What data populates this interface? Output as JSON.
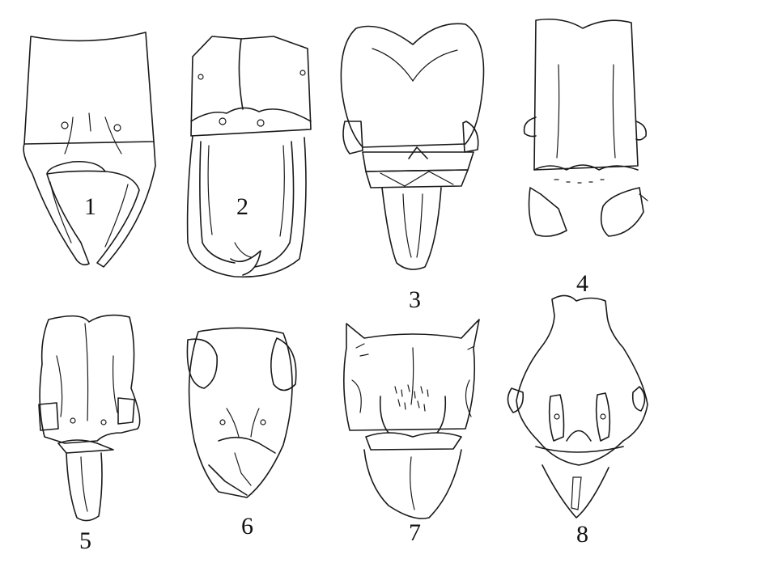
{
  "figure": {
    "panels": [
      {
        "label": "1"
      },
      {
        "label": "2"
      },
      {
        "label": "3"
      },
      {
        "label": "4"
      },
      {
        "label": "5"
      },
      {
        "label": "6"
      },
      {
        "label": "7"
      },
      {
        "label": "8"
      }
    ]
  },
  "colors": {
    "ink": "#1a1a1a",
    "background": "#ffffff"
  }
}
